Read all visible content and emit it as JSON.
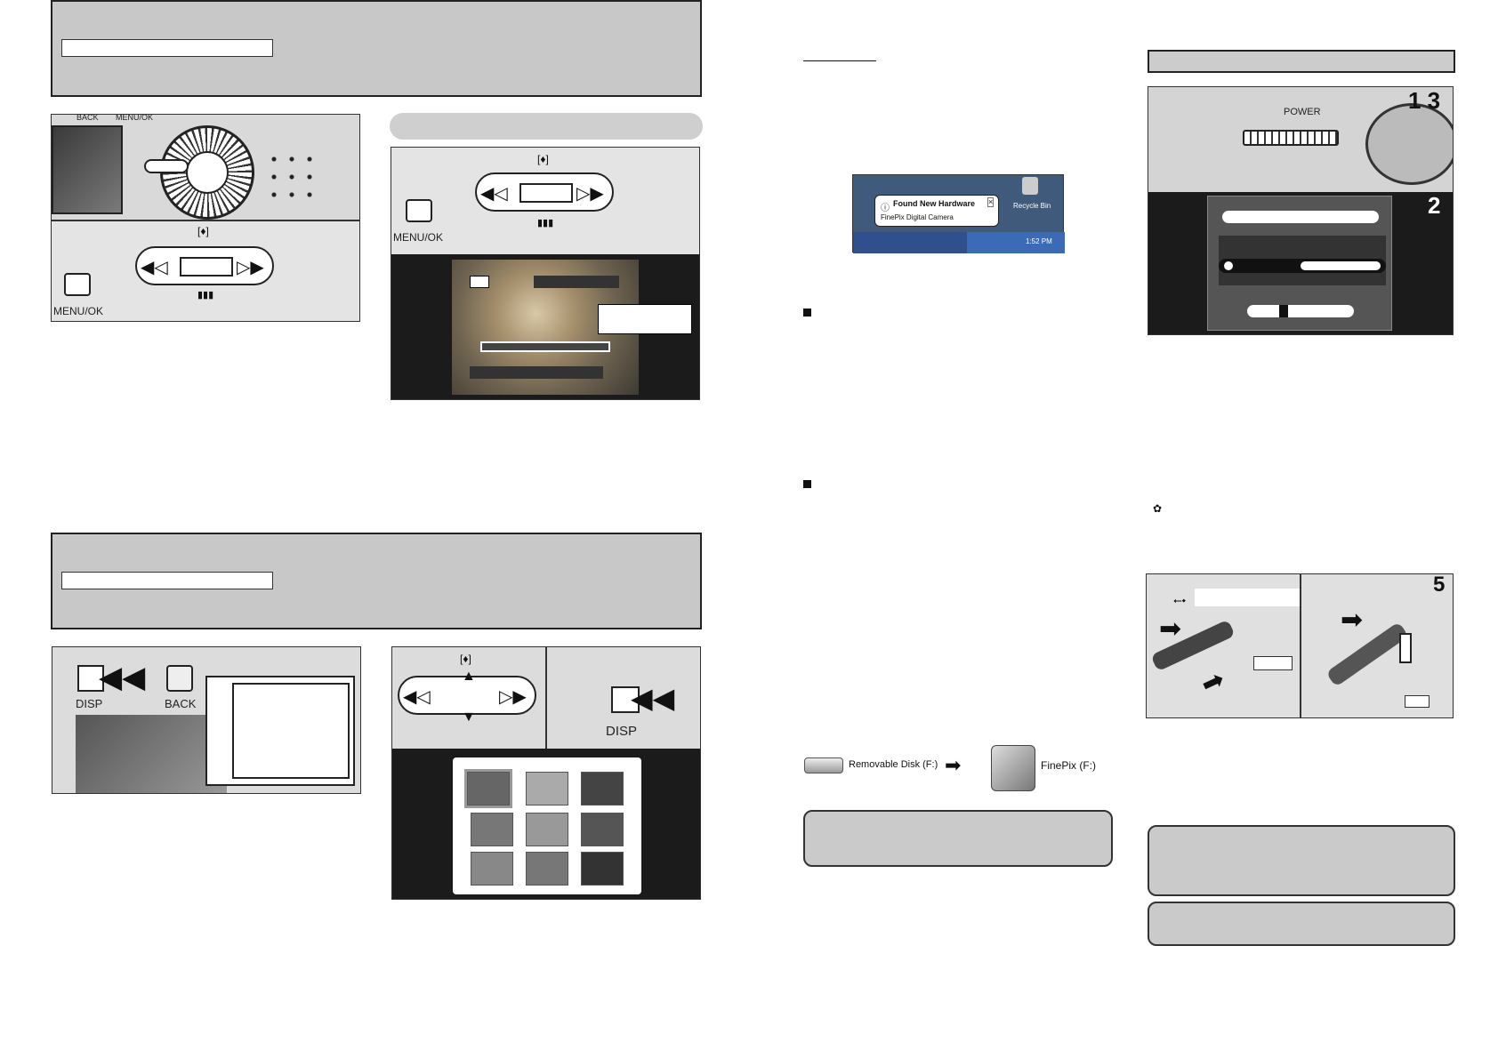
{
  "left_page": {
    "playback_panel": {
      "labels": {
        "back": "BACK",
        "menu_ok_top": "MENU/OK",
        "menu_ok_bottom": "MENU/OK"
      }
    },
    "frame_panel": {
      "menu_ok": "MENU/OK"
    },
    "index_panel": {
      "disp": "DISP",
      "back": "BACK"
    },
    "nav_panel": {
      "disp": "DISP"
    }
  },
  "middle_page": {
    "notification": {
      "title": "Found New Hardware",
      "body": "FinePix Digital Camera",
      "recycle_bin": "Recycle Bin",
      "time": "1:52 PM"
    },
    "disk_row": {
      "removable": "Removable Disk (F:)",
      "finepix": "FinePix (F:)"
    }
  },
  "right_page": {
    "camera_top": {
      "power": "POWER",
      "step_badge": "1 3",
      "menu_step": "2"
    },
    "usb_panel": {
      "step_badge": "5"
    }
  },
  "colors": {
    "band": "#c8c8c8",
    "dark_screen": "#1b1b1b",
    "panel_light": "#e6e6e6"
  }
}
